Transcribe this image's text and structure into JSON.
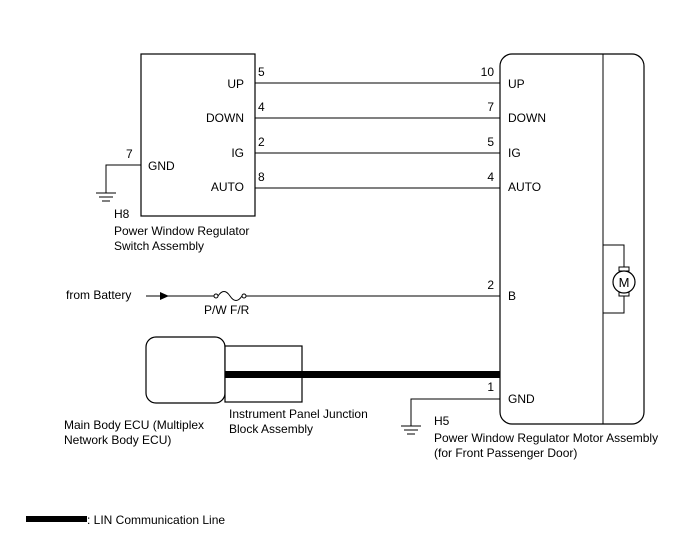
{
  "switch_assembly": {
    "connector": "H8",
    "name_line1": "Power Window Regulator",
    "name_line2": "Switch Assembly",
    "pins": [
      {
        "label": "UP",
        "pin": "5"
      },
      {
        "label": "DOWN",
        "pin": "4"
      },
      {
        "label": "IG",
        "pin": "2"
      },
      {
        "label": "AUTO",
        "pin": "8"
      }
    ],
    "gnd_label": "GND",
    "gnd_pin": "7"
  },
  "motor_assembly": {
    "connector": "H5",
    "name_line1": "Power Window Regulator Motor Assembly",
    "name_line2": "(for Front Passenger Door)",
    "pins": [
      {
        "label": "UP",
        "pin": "10"
      },
      {
        "label": "DOWN",
        "pin": "7"
      },
      {
        "label": "IG",
        "pin": "5"
      },
      {
        "label": "AUTO",
        "pin": "4"
      }
    ],
    "b_label": "B",
    "b_pin": "2",
    "gnd_label": "GND",
    "gnd_pin": "1",
    "motor_symbol": "M"
  },
  "battery": {
    "label": "from Battery",
    "fuse_label": "P/W F/R"
  },
  "main_body_ecu": {
    "name_line1": "Main Body ECU (Multiplex",
    "name_line2": "Network Body ECU)"
  },
  "junction_block": {
    "name_line1": "Instrument Panel Junction",
    "name_line2": "Block Assembly"
  },
  "legend": {
    "label": ": LIN Communication Line"
  }
}
